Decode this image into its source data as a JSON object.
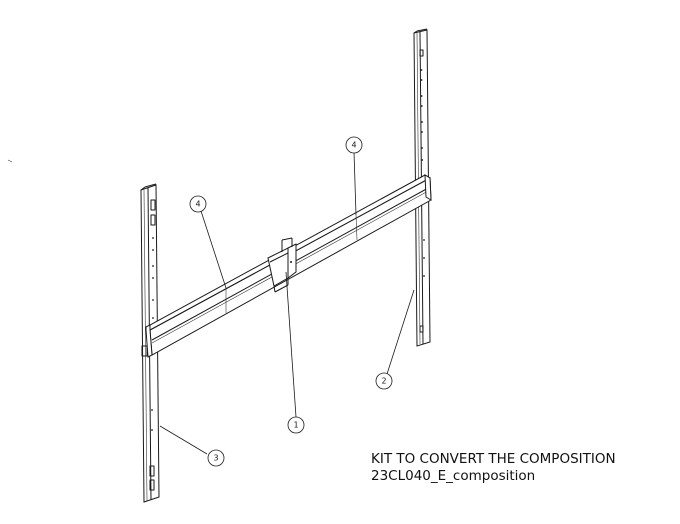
{
  "caption": {
    "line1": "KIT TO CONVERT THE COMPOSITION",
    "line2": "23CL040_E_composition"
  },
  "callouts": [
    "1",
    "2",
    "3",
    "4",
    "4"
  ]
}
